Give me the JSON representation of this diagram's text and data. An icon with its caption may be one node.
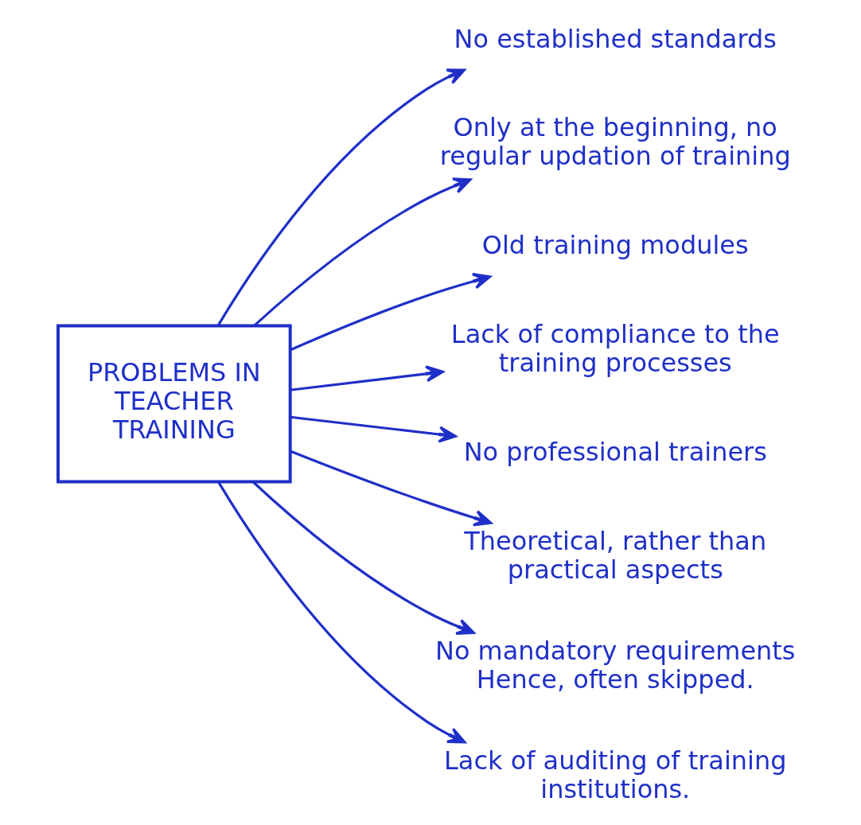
{
  "diagram": {
    "nodes": [
      {
        "text": [
          "PROBLEMS IN TEACHER TRAINING"
        ]
      },
      {
        "text": [
          "No established standards"
        ]
      },
      {
        "text": [
          "Only at the beginning, no regular updation of training"
        ]
      },
      {
        "text": [
          "Old training modules"
        ]
      },
      {
        "text": [
          "Lack of compliance to the training processes"
        ]
      },
      {
        "text": [
          "No professional trainers"
        ]
      },
      {
        "text": [
          "Theoretical, rather than practical aspects"
        ]
      },
      {
        "text": [
          "No mandatory requirements Hence, often skipped."
        ]
      },
      {
        "text": [
          "Lack of auditing of training institutions."
        ]
      }
    ],
    "edges": [
      {
        "from": 0,
        "to": 1,
        "arrow": "to"
      },
      {
        "from": 0,
        "to": 2,
        "arrow": "to"
      },
      {
        "from": 0,
        "to": 3,
        "arrow": "to"
      },
      {
        "from": 0,
        "to": 4,
        "arrow": "to"
      },
      {
        "from": 0,
        "to": 5,
        "arrow": "to"
      },
      {
        "from": 0,
        "to": 6,
        "arrow": "to"
      },
      {
        "from": 0,
        "to": 7,
        "arrow": "to"
      },
      {
        "from": 0,
        "to": 8,
        "arrow": "to"
      }
    ]
  }
}
